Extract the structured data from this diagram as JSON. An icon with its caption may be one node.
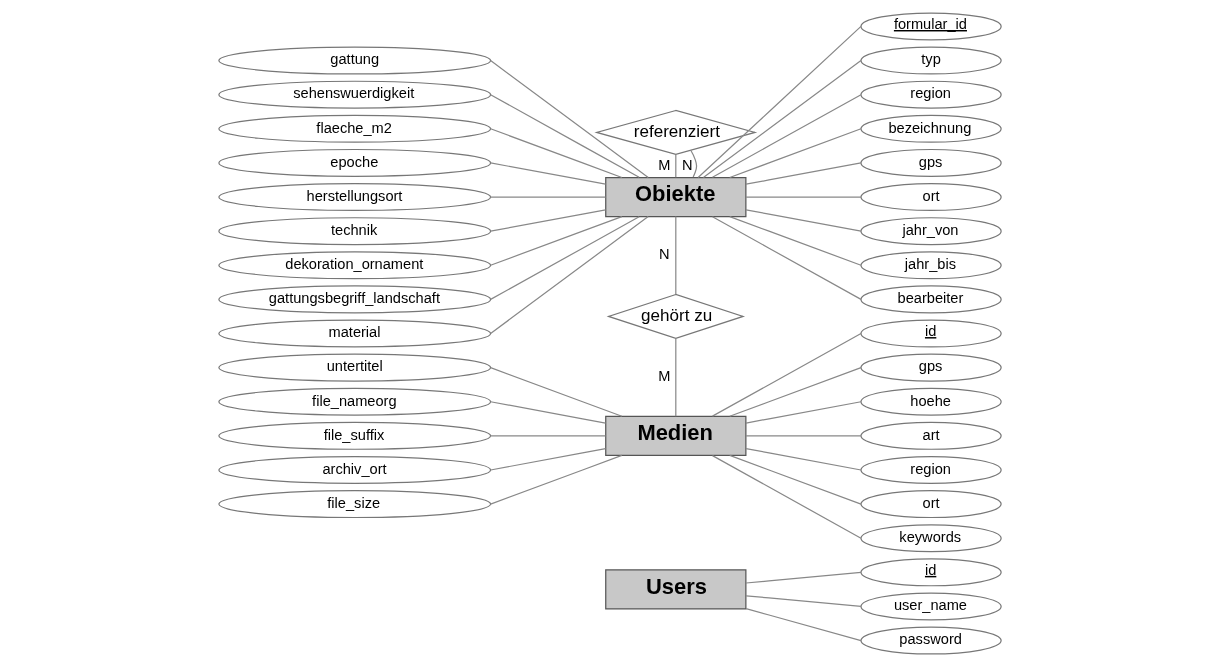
{
  "diagram": {
    "nodes": [
      {
        "text": [
          "referenziert"
        ]
      },
      {
        "text": [
          "gattung"
        ]
      },
      {
        "text": [
          "sehenswuerdigkeit"
        ]
      },
      {
        "text": [
          "flaeche_m2"
        ]
      },
      {
        "text": [
          "epoche"
        ]
      },
      {
        "text": [
          "herstellungsort"
        ]
      },
      {
        "text": [
          "technik"
        ]
      },
      {
        "text": [
          "dekoration_ornament"
        ]
      },
      {
        "text": [
          "gattungsbegriff_landschaft"
        ]
      },
      {
        "text": [
          "material"
        ]
      },
      {
        "text": [
          "Obiekte"
        ]
      },
      {
        "text": [
          "formular_id"
        ]
      },
      {
        "text": [
          "typ"
        ]
      },
      {
        "text": [
          "region"
        ]
      },
      {
        "text": [
          "bezeichnung"
        ]
      },
      {
        "text": [
          "gps"
        ]
      },
      {
        "text": [
          "ort"
        ]
      },
      {
        "text": [
          "jahr_von"
        ]
      },
      {
        "text": [
          "jahr_bis"
        ]
      },
      {
        "text": [
          "bearbeiter"
        ]
      },
      {
        "text": [
          "gehört zu"
        ]
      },
      {
        "text": [
          "untertitel"
        ]
      },
      {
        "text": [
          "file_nameorg"
        ]
      },
      {
        "text": [
          "file_suffix"
        ]
      },
      {
        "text": [
          "archiv_ort"
        ]
      },
      {
        "text": [
          "file_size"
        ]
      },
      {
        "text": [
          "Medien"
        ]
      },
      {
        "text": [
          "id"
        ]
      },
      {
        "text": [
          "gps"
        ]
      },
      {
        "text": [
          "hoehe"
        ]
      },
      {
        "text": [
          "art"
        ]
      },
      {
        "text": [
          "region"
        ]
      },
      {
        "text": [
          "ort"
        ]
      },
      {
        "text": [
          "keywords"
        ]
      },
      {
        "text": [
          "Users"
        ]
      },
      {
        "text": [
          "id"
        ]
      },
      {
        "text": [
          "user_name"
        ]
      },
      {
        "text": [
          "password"
        ]
      }
    ],
    "edges": [
      {
        "from": 0,
        "to": 10,
        "arrow": "none",
        "label": "M"
      },
      {
        "from": 0,
        "to": 10,
        "arrow": "none",
        "label": "N"
      },
      {
        "from": 1,
        "to": 10,
        "arrow": "none"
      },
      {
        "from": 2,
        "to": 10,
        "arrow": "none"
      },
      {
        "from": 3,
        "to": 10,
        "arrow": "none"
      },
      {
        "from": 4,
        "to": 10,
        "arrow": "none"
      },
      {
        "from": 5,
        "to": 10,
        "arrow": "none"
      },
      {
        "from": 6,
        "to": 10,
        "arrow": "none"
      },
      {
        "from": 7,
        "to": 10,
        "arrow": "none"
      },
      {
        "from": 8,
        "to": 10,
        "arrow": "none"
      },
      {
        "from": 9,
        "to": 10,
        "arrow": "none"
      },
      {
        "from": 10,
        "to": 11,
        "arrow": "none"
      },
      {
        "from": 10,
        "to": 12,
        "arrow": "none"
      },
      {
        "from": 10,
        "to": 13,
        "arrow": "none"
      },
      {
        "from": 10,
        "to": 14,
        "arrow": "none"
      },
      {
        "from": 10,
        "to": 15,
        "arrow": "none"
      },
      {
        "from": 10,
        "to": 16,
        "arrow": "none"
      },
      {
        "from": 10,
        "to": 17,
        "arrow": "none"
      },
      {
        "from": 10,
        "to": 18,
        "arrow": "none"
      },
      {
        "from": 10,
        "to": 19,
        "arrow": "none"
      },
      {
        "from": 10,
        "to": 20,
        "arrow": "none",
        "label": "N"
      },
      {
        "from": 20,
        "to": 26,
        "arrow": "none",
        "label": "M"
      },
      {
        "from": 21,
        "to": 26,
        "arrow": "none"
      },
      {
        "from": 22,
        "to": 26,
        "arrow": "none"
      },
      {
        "from": 23,
        "to": 26,
        "arrow": "none"
      },
      {
        "from": 24,
        "to": 26,
        "arrow": "none"
      },
      {
        "from": 25,
        "to": 26,
        "arrow": "none"
      },
      {
        "from": 26,
        "to": 27,
        "arrow": "none"
      },
      {
        "from": 26,
        "to": 28,
        "arrow": "none"
      },
      {
        "from": 26,
        "to": 29,
        "arrow": "none"
      },
      {
        "from": 26,
        "to": 30,
        "arrow": "none"
      },
      {
        "from": 26,
        "to": 31,
        "arrow": "none"
      },
      {
        "from": 26,
        "to": 32,
        "arrow": "none"
      },
      {
        "from": 26,
        "to": 33,
        "arrow": "none"
      },
      {
        "from": 34,
        "to": 35,
        "arrow": "none"
      },
      {
        "from": 34,
        "to": 36,
        "arrow": "none"
      },
      {
        "from": 34,
        "to": 37,
        "arrow": "none"
      }
    ]
  }
}
